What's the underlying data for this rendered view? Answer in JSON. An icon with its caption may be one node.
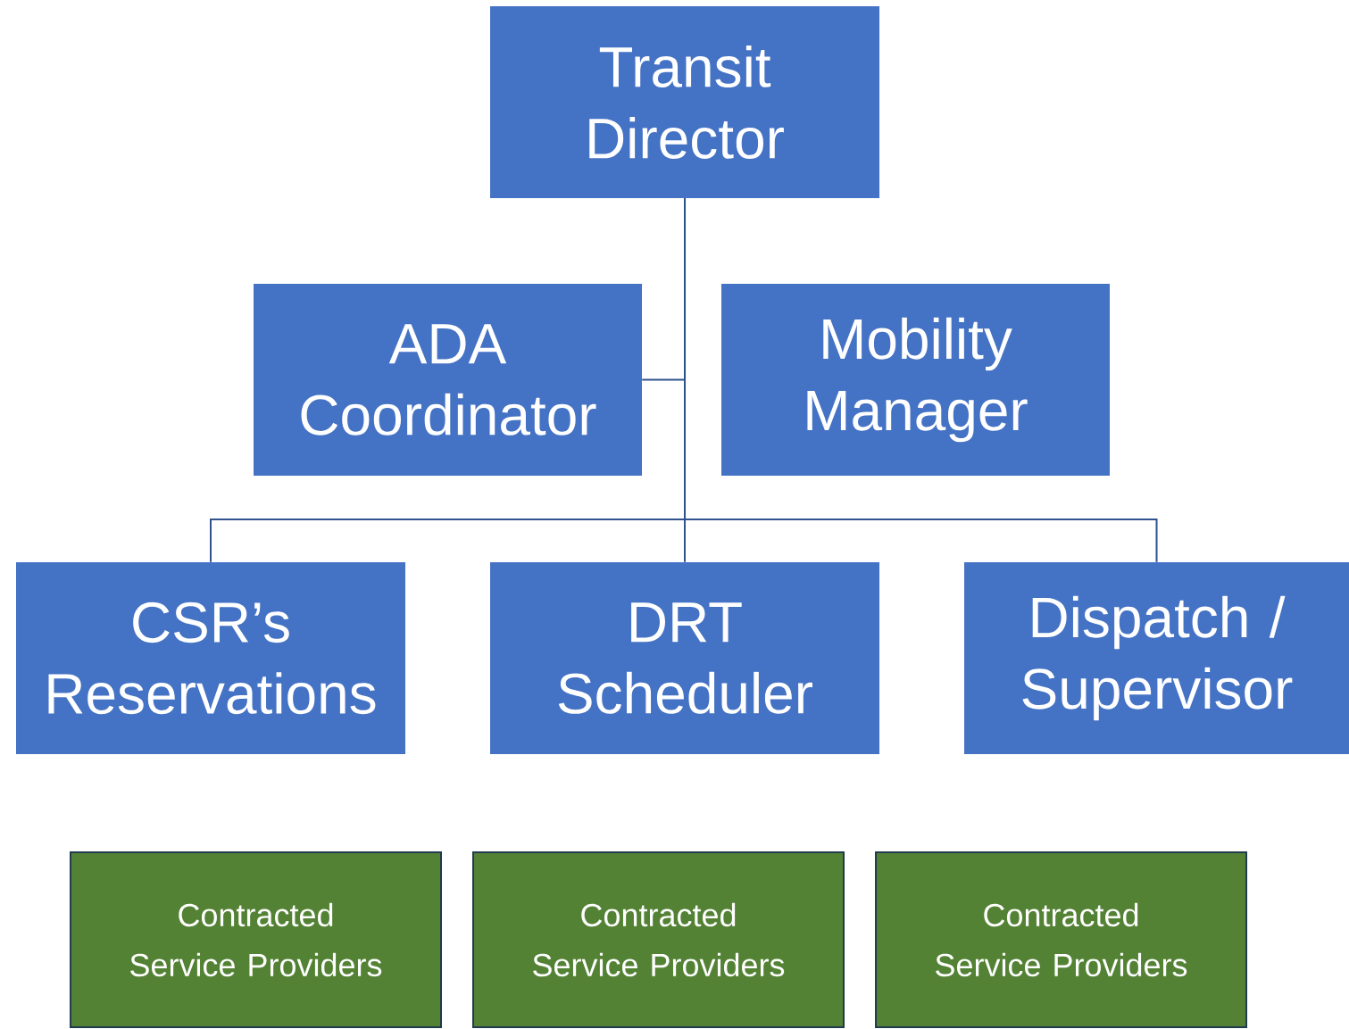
{
  "diagram": {
    "nodes": [
      {
        "text": [
          "Transit Director"
        ]
      },
      {
        "text": [
          "ADA Coordinator"
        ]
      },
      {
        "text": [
          "Mobility Manager"
        ]
      },
      {
        "text": [
          "CSR’s Reservations"
        ]
      },
      {
        "text": [
          "DRT Scheduler"
        ]
      },
      {
        "text": [
          "Dispatch / Supervisor"
        ]
      },
      {
        "text": [
          "Contracted Service Providers"
        ]
      },
      {
        "text": [
          "Contracted Service Providers"
        ]
      },
      {
        "text": [
          "Contracted Service Providers"
        ]
      }
    ],
    "edges": [
      {
        "from": 0,
        "to": 1,
        "arrow": "none"
      },
      {
        "from": 0,
        "to": 3,
        "arrow": "none"
      },
      {
        "from": 0,
        "to": 4,
        "arrow": "none"
      },
      {
        "from": 0,
        "to": 5,
        "arrow": "none"
      }
    ]
  }
}
